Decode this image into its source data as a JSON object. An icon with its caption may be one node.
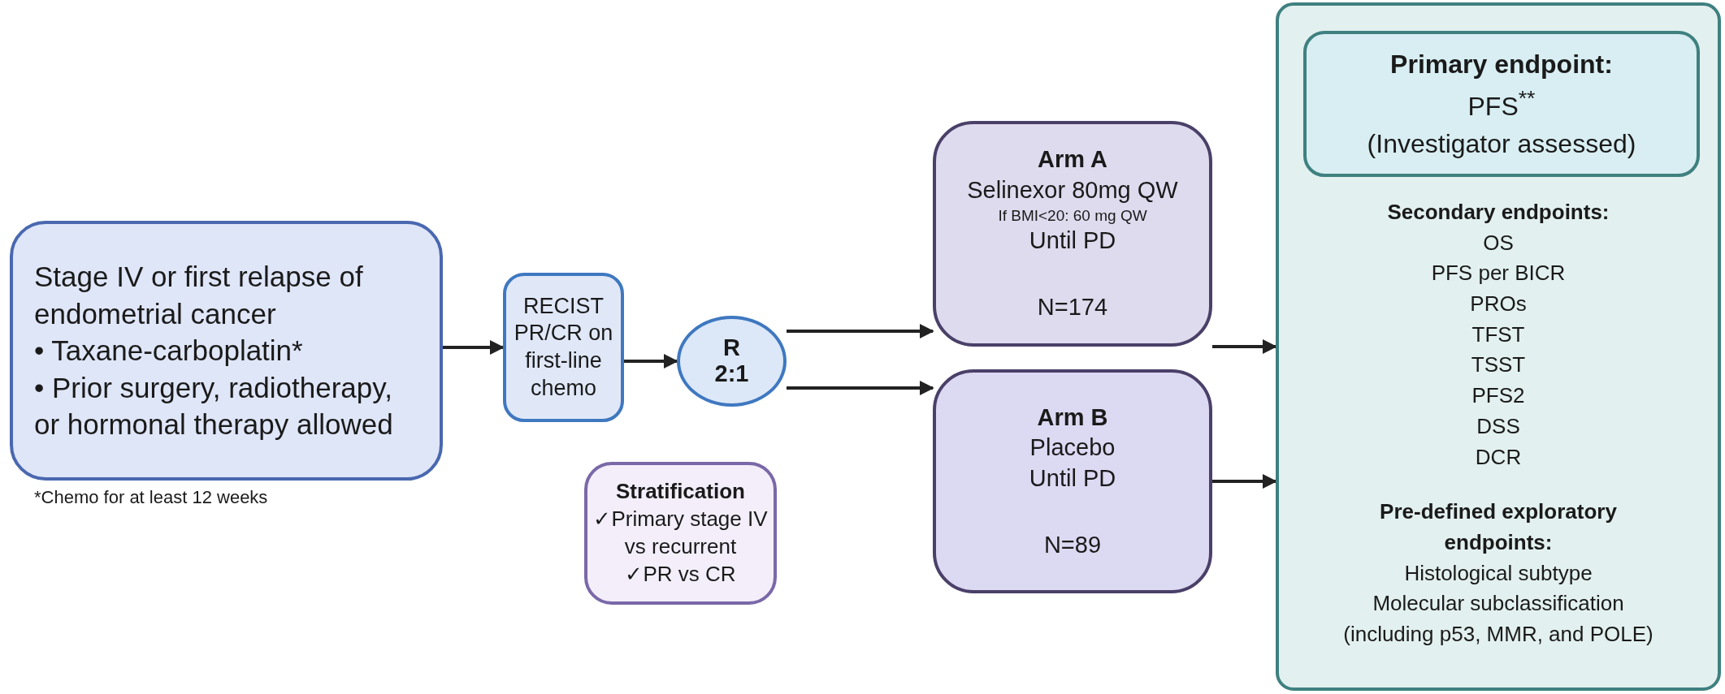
{
  "diagram": {
    "nodes": [
      {
        "text": [
          "Stage IV or first relapse of endometrial cancer",
          "• Taxane-carboplatin*",
          "• Prior surgery, radiotherapy, or hormonal therapy allowed"
        ],
        "beside": [
          "*Chemo for at least 12 weeks"
        ]
      },
      {
        "text": [
          "RECIST PR/CR on first-line chemo"
        ]
      },
      {
        "text": [
          "R 2:1"
        ]
      },
      {
        "text": [
          "Arm A",
          "Selinexor 80mg QW",
          "If BMI<20: 60 mg QW",
          "Until PD",
          "N=174"
        ]
      },
      {
        "text": [
          "Arm B",
          "Placebo",
          "Until PD",
          "N=89"
        ]
      },
      {
        "text": [
          "Stratification",
          "✓Primary stage IV vs recurrent",
          "✓PR vs CR"
        ]
      },
      {
        "text": [
          "Secondary endpoints:",
          "OS",
          "PFS per BICR",
          "PROs",
          "TFST",
          "TSST",
          "PFS2",
          "DSS",
          "DCR",
          "Pre-defined exploratory endpoints:",
          "Histological subtype",
          "Molecular subclassification",
          "(including p53, MMR, and POLE)"
        ]
      },
      {
        "text": [
          "Primary endpoint:",
          "PFS$^{**}$",
          "(Investigator assessed)"
        ],
        "in": 6
      }
    ],
    "edges": [
      {
        "from": 0,
        "to": 1,
        "arrow": "to"
      },
      {
        "from": 1,
        "to": 2,
        "arrow": "to"
      },
      {
        "from": 2,
        "to": 3,
        "arrow": "to"
      },
      {
        "from": 2,
        "to": 4,
        "arrow": "to"
      },
      {
        "from": 3,
        "to": 6,
        "arrow": "to"
      },
      {
        "from": 4,
        "to": 6,
        "arrow": "to"
      }
    ]
  }
}
